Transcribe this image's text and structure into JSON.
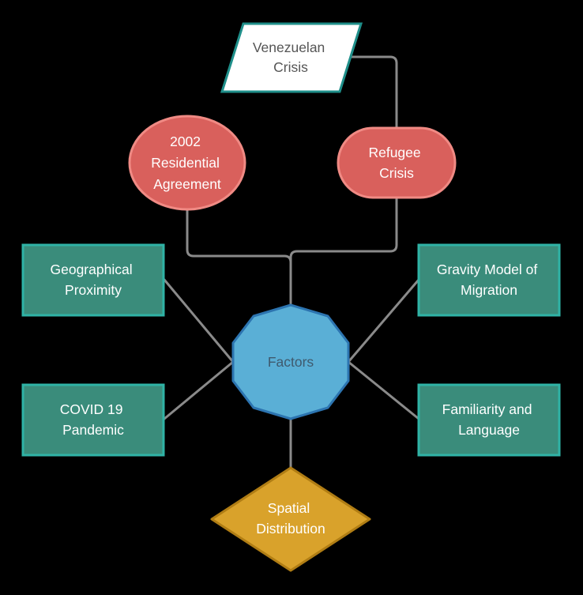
{
  "colors": {
    "background": "#000000",
    "connector": "#8a8a8a",
    "parallelogram_fill": "#ffffff",
    "parallelogram_stroke": "#1f8f8a",
    "parallelogram_text": "#555555",
    "red_fill": "#d9605c",
    "red_stroke": "#f08a84",
    "green_fill": "#3a8c7b",
    "green_stroke": "#2fb3a6",
    "blue_fill": "#5aafd6",
    "blue_stroke": "#2c74b0",
    "blue_text": "#3f5a6e",
    "gold_fill": "#d9a22b",
    "gold_stroke": "#b07d14",
    "light_text": "#ffffff"
  },
  "nodes": {
    "venezuelan_crisis": {
      "lines": [
        "Venezuelan",
        "Crisis"
      ],
      "shape": "parallelogram"
    },
    "residential_agreement": {
      "lines": [
        "2002",
        "Residential",
        "Agreement"
      ],
      "shape": "ellipse"
    },
    "refugee_crisis": {
      "lines": [
        "Refugee",
        "Crisis"
      ],
      "shape": "stadium"
    },
    "geographical_proximity": {
      "lines": [
        "Geographical",
        "Proximity"
      ],
      "shape": "rectangle"
    },
    "gravity_model": {
      "lines": [
        "Gravity Model of",
        "Migration"
      ],
      "shape": "rectangle"
    },
    "factors": {
      "lines": [
        "Factors"
      ],
      "shape": "decagon"
    },
    "covid_pandemic": {
      "lines": [
        "COVID 19",
        "Pandemic"
      ],
      "shape": "rectangle"
    },
    "familiarity_language": {
      "lines": [
        "Familiarity and",
        "Language"
      ],
      "shape": "rectangle"
    },
    "spatial_distribution": {
      "lines": [
        "Spatial",
        "Distribution"
      ],
      "shape": "diamond"
    }
  },
  "edges": [
    {
      "from": "venezuelan_crisis",
      "to": "refugee_crisis"
    },
    {
      "from": "residential_agreement",
      "to": "factors"
    },
    {
      "from": "refugee_crisis",
      "to": "factors"
    },
    {
      "from": "geographical_proximity",
      "to": "factors"
    },
    {
      "from": "gravity_model",
      "to": "factors"
    },
    {
      "from": "covid_pandemic",
      "to": "factors"
    },
    {
      "from": "familiarity_language",
      "to": "factors"
    },
    {
      "from": "factors",
      "to": "spatial_distribution"
    }
  ]
}
